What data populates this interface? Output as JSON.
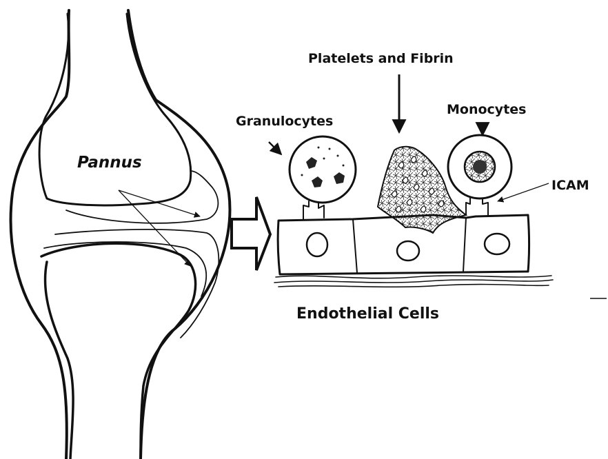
{
  "labels": {
    "pannus": "Pannus",
    "granulocytes": "Granulocytes",
    "platelets": "Platelets and Fibrin",
    "monocytes": "Monocytes",
    "icam": "ICAM",
    "endothelial": "Endothelial Cells"
  }
}
